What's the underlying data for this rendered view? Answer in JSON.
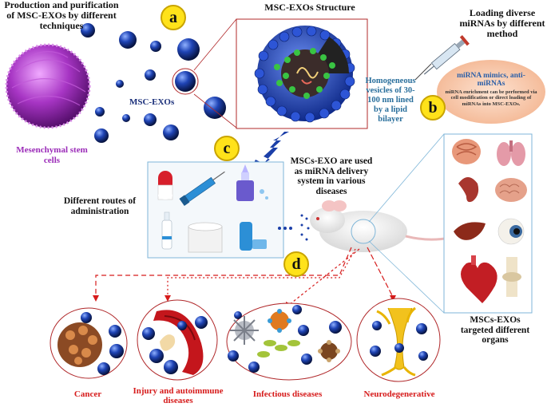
{
  "title_production": "Production and purification of MSC-EXOs by different techniques",
  "title_structure": "MSC-EXOs Structure",
  "title_loading": "Loading diverse miRNAs by different method",
  "msc_exos_label": "MSC-EXOs",
  "mesenchymal_label": "Mesenchymal stem cells",
  "vesicle_desc": "Homogeneous vesicles of 30-100 nm lined by a lipid bilayer",
  "mirna_title": "miRNA mimics, anti-miRNAs",
  "mirna_desc": "miRNA enrichment can be performed via cell modification or direct loading of miRNAs into MSC-EXOs.",
  "badges": {
    "a": "a",
    "b": "b",
    "c": "c",
    "d": "d"
  },
  "routes_label": "Different routes of administration",
  "delivery_label": "MSCs-EXO are used as miRNA delivery system in various diseases",
  "organs_label": "MSCs-EXOs targeted different organs",
  "diseases": {
    "cancer": "Cancer",
    "injury": "Injury and autoimmune diseases",
    "infectious": "Infectious diseases",
    "neuro": "Neurodegenerative"
  },
  "colors": {
    "exosome_blue": "#1b3fa8",
    "disease_red": "#d61b1b",
    "badge_yellow": "#ffe21a",
    "peach": "#f6c6a6",
    "panel_border": "#7fb6d8",
    "purple_cell": "#9b2bb8"
  }
}
